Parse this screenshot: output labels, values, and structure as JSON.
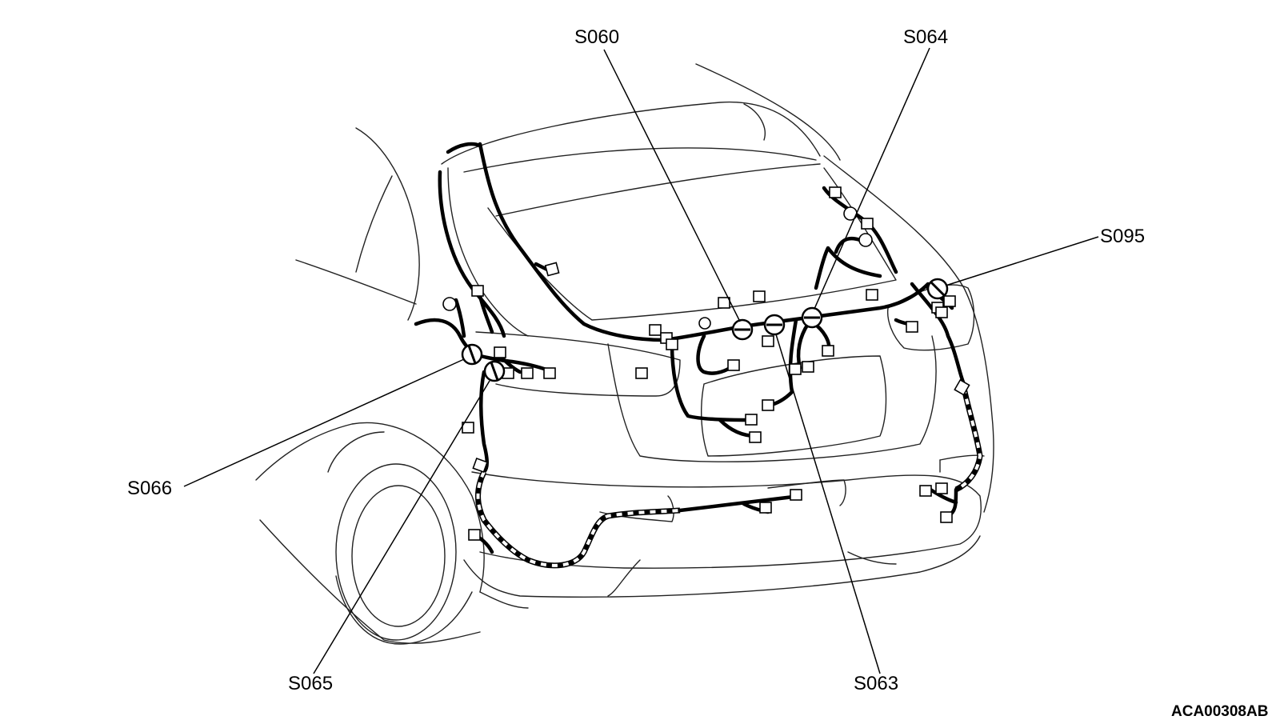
{
  "figure_code": "ACA00308AB",
  "splices": [
    {
      "id": "s060",
      "label": "S060"
    },
    {
      "id": "s064",
      "label": "S064"
    },
    {
      "id": "s095",
      "label": "S095"
    },
    {
      "id": "s066",
      "label": "S066"
    },
    {
      "id": "s065",
      "label": "S065"
    },
    {
      "id": "s063",
      "label": "S063"
    }
  ]
}
